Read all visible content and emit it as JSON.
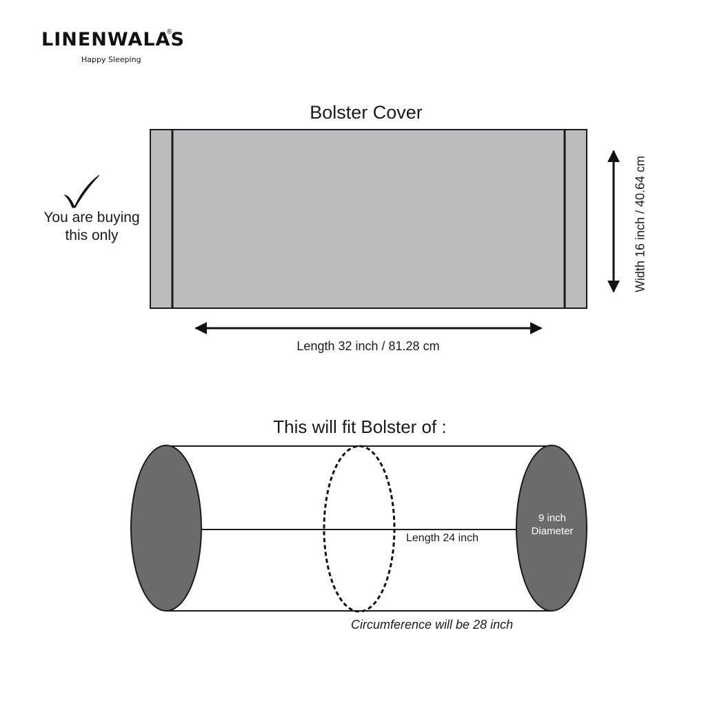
{
  "brand": {
    "name": "LINENWALAS",
    "registered": "®",
    "tagline": "Happy Sleeping"
  },
  "cover": {
    "title": "Bolster Cover",
    "note_line1": "You are buying",
    "note_line2": "this only",
    "length_label": "Length 32 inch / 81.28 cm",
    "width_label": "Width 16 inch / 40.64 cm",
    "fill_color": "#bcbcbe"
  },
  "bolster": {
    "title": "This will fit Bolster of :",
    "length_label": "Length 24 inch",
    "circumference_label": "Circumference will be 28 inch",
    "diameter_line1": "9 inch",
    "diameter_line2": "Diameter",
    "end_color": "#6b6b6b"
  }
}
